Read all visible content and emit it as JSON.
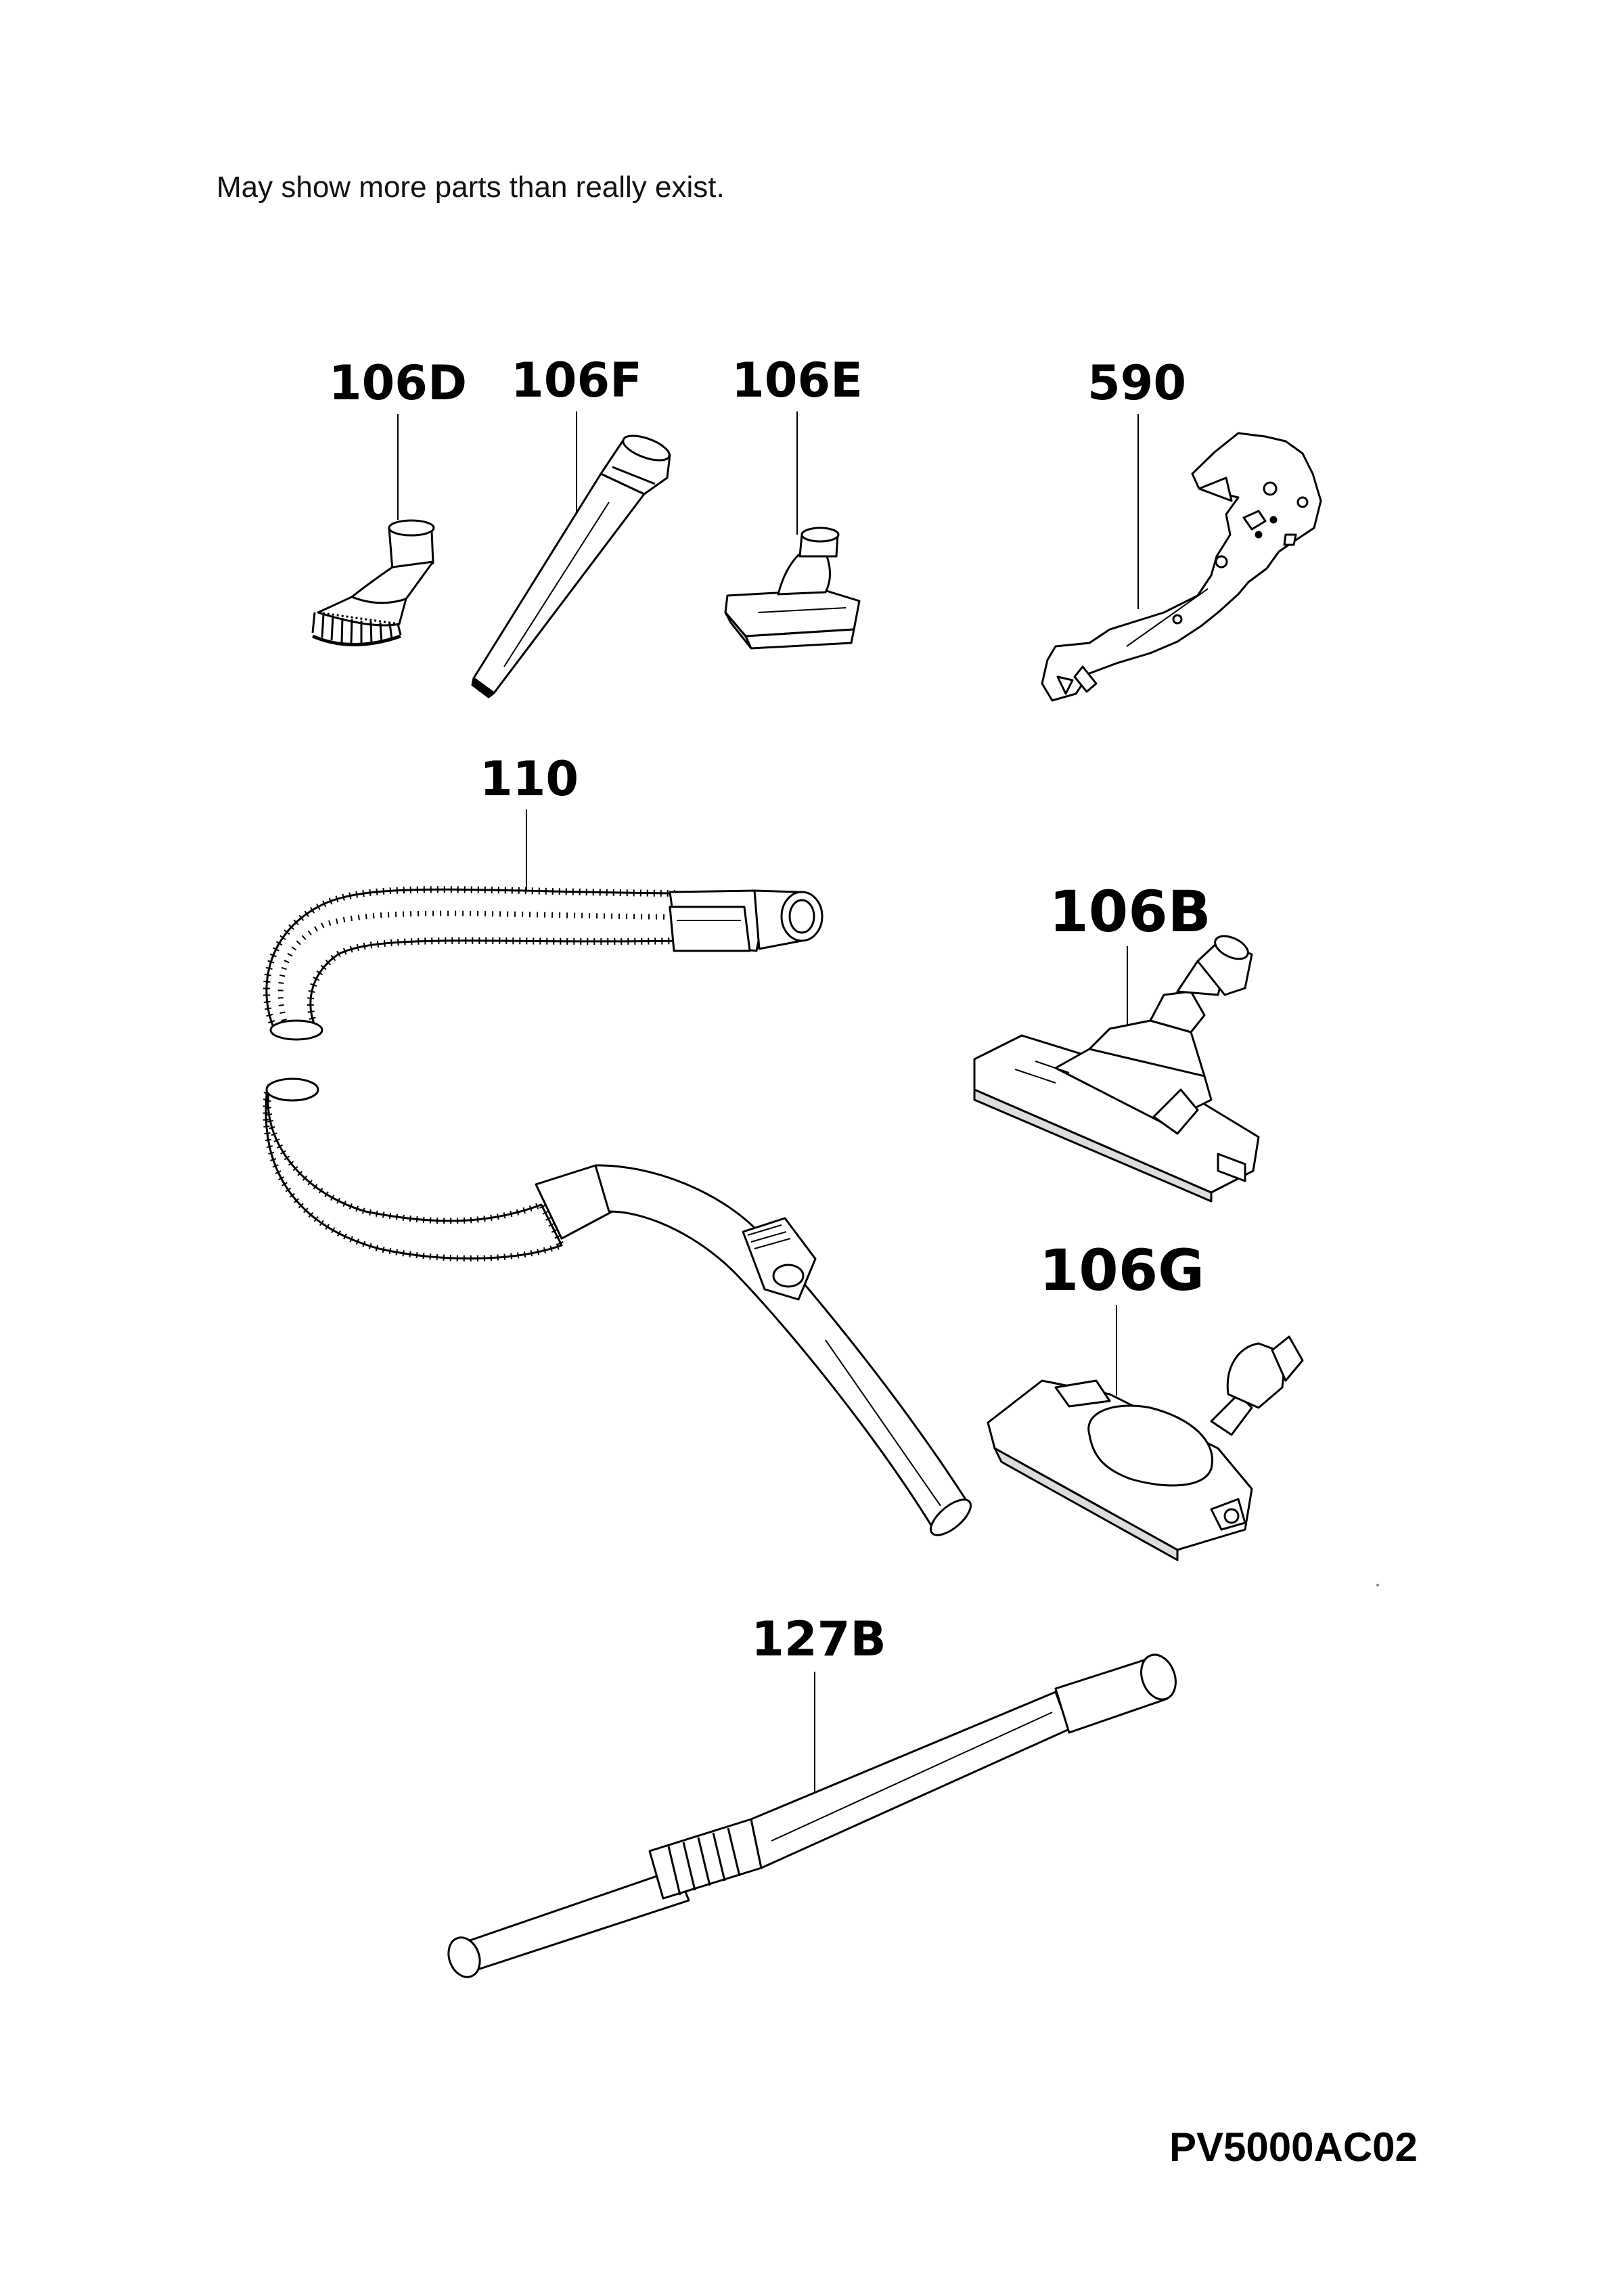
{
  "note": "May show more parts than really exist.",
  "drawing_code": "PV5000AC02",
  "parts": [
    {
      "id": "106D",
      "name": "dusting-brush"
    },
    {
      "id": "106F",
      "name": "crevice-tool"
    },
    {
      "id": "106E",
      "name": "upholstery-nozzle"
    },
    {
      "id": "590",
      "name": "tool-clip-holder"
    },
    {
      "id": "110",
      "name": "suction-hose"
    },
    {
      "id": "106B",
      "name": "floor-nozzle"
    },
    {
      "id": "106G",
      "name": "floor-nozzle-turbo"
    },
    {
      "id": "127B",
      "name": "telescopic-tube"
    }
  ]
}
